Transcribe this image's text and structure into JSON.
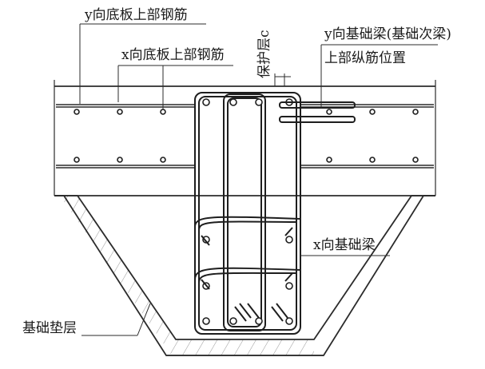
{
  "labels": {
    "y_slab_top_rebar": "y向底板上部钢筋",
    "x_slab_top_rebar": "x向底板上部钢筋",
    "cover": "保护层c",
    "y_beam_line1": "y向基础梁(基础次梁)",
    "y_beam_line2": "上部纵筋位置",
    "x_beam": "x向基础梁",
    "cushion": "基础垫层"
  }
}
